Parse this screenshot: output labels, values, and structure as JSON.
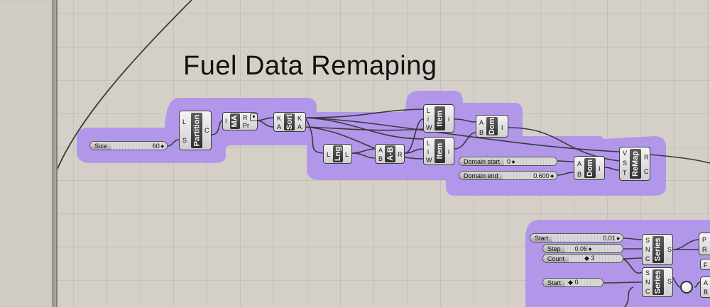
{
  "canvas_title": "Fuel Data Remaping",
  "colors": {
    "group": "#b296ea",
    "canvas": "#d4d0c8",
    "wire": "#3a3a3a"
  },
  "components": {
    "partition": {
      "name": "Partition",
      "inputs": [
        "L",
        "S"
      ],
      "outputs": [
        "C"
      ]
    },
    "ma": {
      "name": "MA",
      "inputs": [
        "I"
      ],
      "outputs": [
        "R",
        "Pr"
      ],
      "icon": "arrow-down-icon"
    },
    "sort": {
      "name": "Sort",
      "inputs": [
        "K",
        "A"
      ],
      "outputs": [
        "K",
        "A"
      ]
    },
    "item1": {
      "name": "Item",
      "inputs": [
        "L",
        "i",
        "W"
      ],
      "outputs": [
        "i"
      ]
    },
    "dom1": {
      "name": "Dom",
      "inputs": [
        "A",
        "B"
      ],
      "outputs": [
        "I"
      ]
    },
    "lng": {
      "name": "Lng",
      "inputs": [
        "L"
      ],
      "outputs": [
        "L"
      ]
    },
    "ab": {
      "name": "A-B",
      "inputs": [
        "A",
        "B"
      ],
      "outputs": [
        "R"
      ]
    },
    "item2": {
      "name": "Item",
      "inputs": [
        "L",
        "i",
        "W"
      ],
      "outputs": [
        "i"
      ]
    },
    "dom2": {
      "name": "Dom",
      "inputs": [
        "A",
        "B"
      ],
      "outputs": [
        "I"
      ]
    },
    "remap": {
      "name": "ReMap",
      "inputs": [
        "V",
        "S",
        "T"
      ],
      "outputs": [
        "R",
        "C"
      ]
    },
    "series1": {
      "name": "Series",
      "inputs": [
        "S",
        "N",
        "C"
      ],
      "outputs": [
        "S"
      ]
    },
    "series2": {
      "name": "Series",
      "inputs": [
        "S",
        "N",
        "C"
      ],
      "outputs": [
        "S"
      ]
    },
    "edge1": {
      "inputs": [
        "P",
        "R"
      ]
    },
    "edge2": {
      "inputs": [
        "F"
      ]
    },
    "edge3": {
      "inputs": [
        "A",
        "B"
      ]
    }
  },
  "sliders": {
    "size": {
      "label": "Size",
      "value": "60"
    },
    "domain_start": {
      "label": "Domain start",
      "value": "0"
    },
    "domain_end": {
      "label": "Domain end",
      "value": "0.600"
    },
    "start1": {
      "label": "Start",
      "value": "0.01"
    },
    "step": {
      "label": "Step",
      "value": "0.06"
    },
    "count": {
      "label": "Count",
      "value": "3"
    },
    "start2": {
      "label": "Start",
      "value": "0"
    }
  }
}
